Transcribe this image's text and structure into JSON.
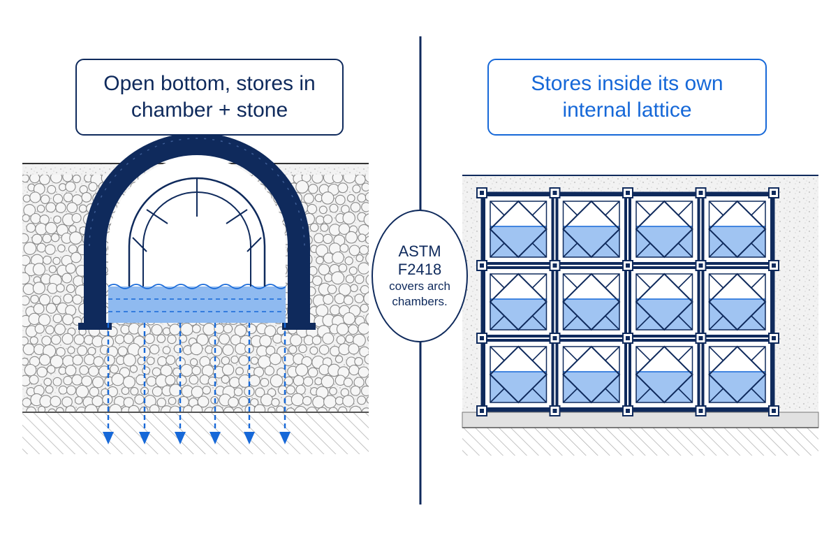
{
  "left_panel": {
    "caption_line1": "Open bottom, stores in",
    "caption_line2": "chamber + stone"
  },
  "right_panel": {
    "caption_line1": "Stores inside its own",
    "caption_line2": "internal lattice"
  },
  "center_note": {
    "line1": "ASTM",
    "line2": "F2418",
    "line3": "covers arch",
    "line4": "chambers."
  },
  "colors": {
    "navy": "#0f2a5c",
    "blue": "#1668d8",
    "water": "#8fbaf0",
    "stone_fill": "#ececec",
    "stone_outline": "#8a8a8a"
  },
  "icons": {
    "infiltration_arrows": "arrow-down-dashed",
    "arch_chamber": "arch-chamber",
    "storage_crates": "lattice-crate"
  }
}
